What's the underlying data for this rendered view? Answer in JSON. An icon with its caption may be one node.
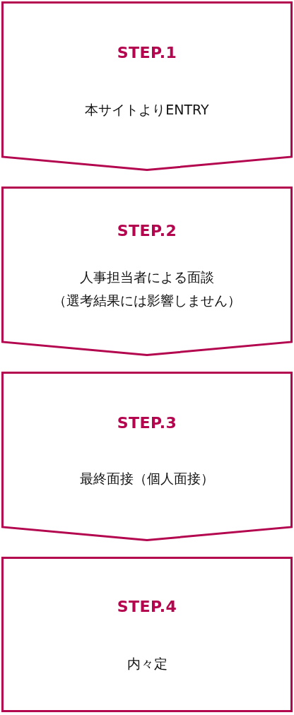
{
  "diagram": {
    "nodes": [
      {
        "text": [
          "STEP.1",
          "本サイトよりENTRY"
        ]
      },
      {
        "text": [
          "STEP.2",
          "人事担当者による面談（選考結果には影響しません）"
        ]
      },
      {
        "text": [
          "STEP.3",
          "最終面接（個人面接）"
        ]
      },
      {
        "text": [
          "STEP.4",
          "内々定"
        ]
      }
    ]
  }
}
